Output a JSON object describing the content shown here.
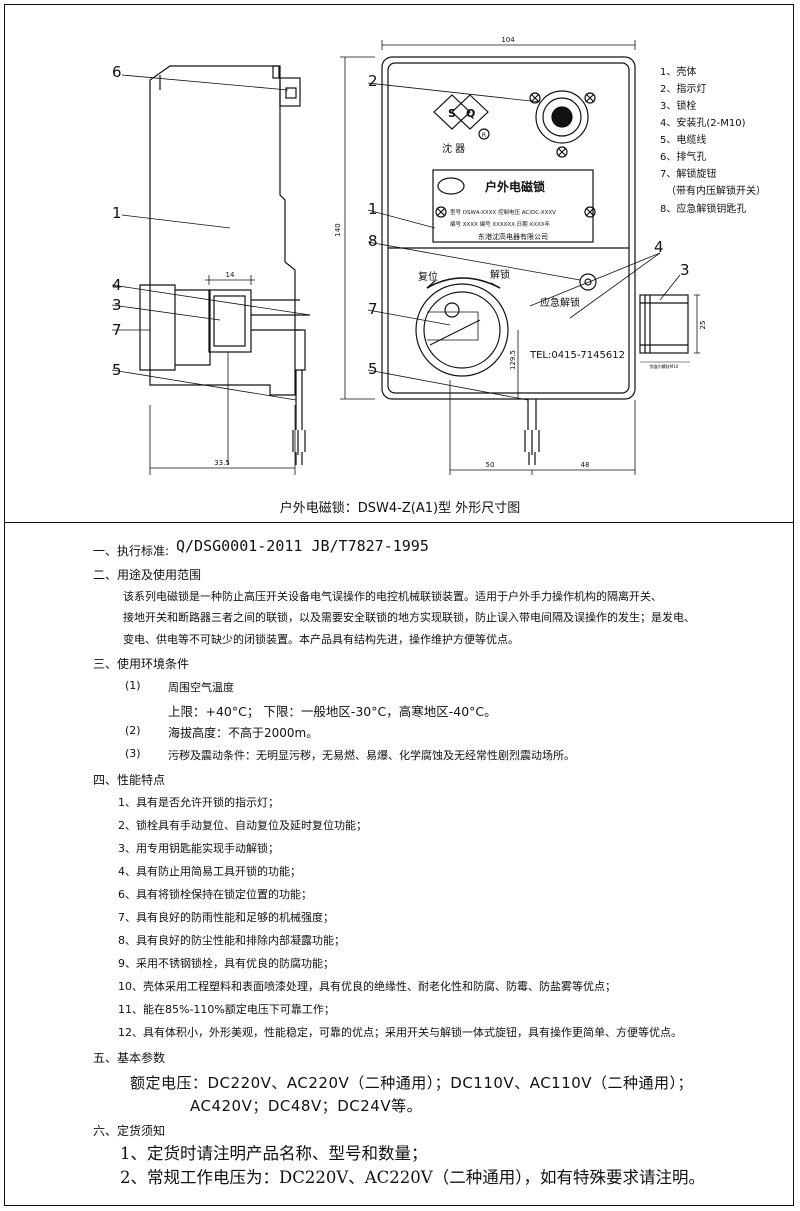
{
  "drawing": {
    "caption": "户外电磁锁：DSW4-Z(A1)型 外形尺寸图",
    "callouts": {
      "n1": "1",
      "n2": "2",
      "n3": "3",
      "n4": "4",
      "n5": "5",
      "n6": "6",
      "n7": "7",
      "n8": "8"
    },
    "dimensions": {
      "width_top": "104",
      "height_left": "140",
      "depth_bottom": "33.5",
      "lock_width": "14",
      "center_h": "129.5",
      "base_left": "50",
      "base_right": "48",
      "side_h": "25",
      "side_note": "锁盒内螺纹M10"
    },
    "legend": [
      "1、壳体",
      "2、指示灯",
      "3、锁栓",
      "4、安装孔(2-M10)",
      "5、电缆线",
      "6、排气孔",
      "7、解锁旋钮",
      "（带有内压解锁开关）",
      "8、应急解锁钥匙孔"
    ],
    "brand": {
      "letters_left": "S",
      "letters_right": "Q",
      "mark": "R",
      "name": "沈 器"
    },
    "nameplate": {
      "title": "户外电磁锁",
      "row1": "型号 DSW4-XXXX  控制电压 AC/DC-XXXV",
      "row2": "编号 XXXX 编号 XXXXXX 日期 XXXX年",
      "company": "东港沈高电器有限公司"
    },
    "knob": {
      "left_label": "复位",
      "right_label": "解锁"
    },
    "emergency_label": "应急解锁",
    "tel": "TEL:0415-7145612"
  },
  "spec": {
    "s1_label": "一、执行标准:",
    "s1_value": "Q/DSG0001-2011    JB/T7827-1995",
    "s2_title": "二、用途及使用范围",
    "s2_lines": [
      "该系列电磁锁是一种防止高压开关设备电气误操作的电控机械联锁装置。适用于户外手力操作机构的隔离开关、",
      "接地开关和断路器三者之间的联锁，以及需要安全联锁的地方实现联锁，防止误入带电间隔及误操作的发生；是发电、",
      "变电、供电等不可缺少的闭锁装置。本产品具有结构先进，操作维护方便等优点。"
    ],
    "s3_title": "三、使用环境条件",
    "s3_items": [
      {
        "num": "(1)",
        "text": "周围空气温度"
      },
      {
        "num": "",
        "text": "上限：+40°C；  下限：一般地区-30°C，高寒地区-40°C。"
      },
      {
        "num": "(2)",
        "text": "海拔高度：不高于2000m。"
      },
      {
        "num": "(3)",
        "text": "污秽及震动条件：无明显污秽，无易燃、易爆、化学腐蚀及无经常性剧烈震动场所。"
      }
    ],
    "s4_title": "四、性能特点",
    "s4_items": [
      "1、具有是否允许开锁的指示灯；",
      "2、锁栓具有手动复位、自动复位及延时复位功能；",
      "3、用专用钥匙能实现手动解锁；",
      "4、具有防止用简易工具开锁的功能；",
      "6、具有将锁栓保持在锁定位置的功能；",
      "7、具有良好的防雨性能和足够的机械强度；",
      "8、具有良好的防尘性能和排除内部凝露功能；",
      "9、采用不锈钢锁栓，具有优良的防腐功能；",
      "10、壳体采用工程塑料和表面喷漆处理，具有优良的绝缘性、耐老化性和防腐、防霉、防盐雾等优点；",
      "11、能在85%-110%额定电压下可靠工作；",
      "12、具有体积小，外形美观，性能稳定，可靠的优点；采用开关与解锁一体式旋钮，具有操作更简单、方便等优点。"
    ],
    "s5_title": "五、基本参数",
    "s5_line1": "额定电压：DC220V、AC220V（二种通用）；DC110V、AC110V（二种通用）；",
    "s5_line2": "AC420V；DC48V；DC24V等。",
    "s6_title": "六、定货须知",
    "s6_items": [
      "1、定货时请注明产品名称、型号和数量；",
      "2、常规工作电压为：DC220V、AC220V（二种通用），如有特殊要求请注明。"
    ]
  }
}
